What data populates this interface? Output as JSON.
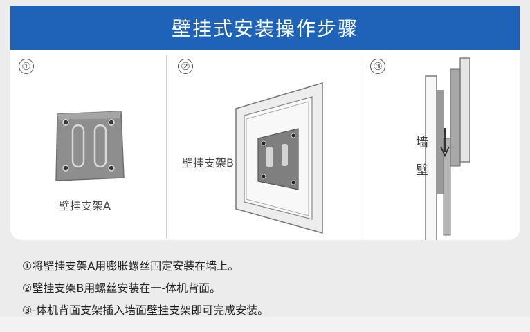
{
  "header": {
    "title": "壁挂式安装操作步骤"
  },
  "panels": [
    {
      "number": "①",
      "label": "壁挂支架A"
    },
    {
      "number": "②",
      "label": "壁挂支架B"
    },
    {
      "number": "③",
      "wall_chars": [
        "墙",
        "壁"
      ]
    }
  ],
  "steps": [
    "①将壁挂支架A用膨胀螺丝固定安装在墙上。",
    "②壁挂支架B用螺丝安装在一-体机背面。",
    "③-体机背面支架插入墙面壁挂支架即可完成安装。"
  ],
  "colors": {
    "header_bg": "#1f63b8",
    "page_bg": "#ececec",
    "card_bg": "#ffffff"
  }
}
